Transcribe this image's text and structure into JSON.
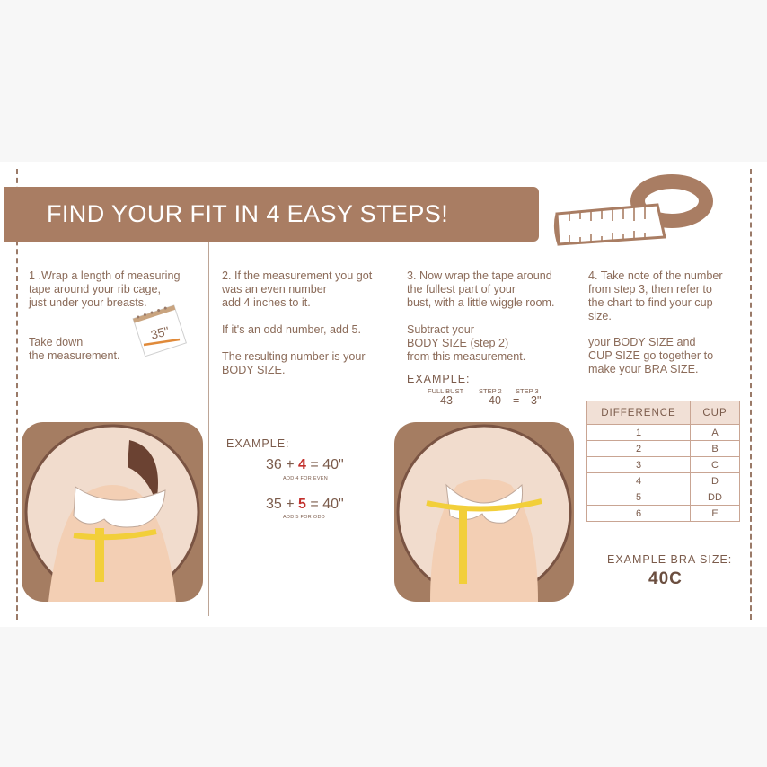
{
  "banner": {
    "title": "FIND YOUR FIT IN 4 EASY STEPS!"
  },
  "steps": [
    {
      "main": "1 .Wrap a length of measuring\ntape around your rib cage,\njust under your breasts.",
      "extra": "Take down\nthe measurement.",
      "note_value": "35\""
    },
    {
      "main": "2. If the measurement you got\nwas an even number\nadd 4 inches to it.",
      "extra": "If it's an odd number, add 5.",
      "extra2": "The resulting number is your\nBODY SIZE.",
      "example_label": "EXAMPLE:",
      "eq1": {
        "a": "36 +",
        "b": "4",
        "c": "= 40\"",
        "note": "ADD 4 FOR EVEN"
      },
      "eq2": {
        "a": "35 +",
        "b": "5",
        "c": "= 40\"",
        "note": "ADD 5 FOR ODD"
      }
    },
    {
      "main": "3. Now wrap the tape around\nthe fullest part of your\nbust, with a little wiggle room.",
      "extra": "Subtract your\nBODY SIZE (step 2)\nfrom this measurement.",
      "example_label": "EXAMPLE:",
      "mini_heads": [
        "FULL BUST",
        "STEP 2",
        "STEP 3"
      ],
      "mini_vals": [
        "43",
        "-",
        "40",
        "=",
        "3\""
      ]
    },
    {
      "main": "4. Take note of the number\n from step 3, then refer to\nthe chart to find your cup\nsize.",
      "extra": "your BODY SIZE and\nCUP SIZE go together to\nmake your BRA SIZE.",
      "table": {
        "headers": [
          "DIFFERENCE",
          "CUP"
        ],
        "rows": [
          [
            "1",
            "A"
          ],
          [
            "2",
            "B"
          ],
          [
            "3",
            "C"
          ],
          [
            "4",
            "D"
          ],
          [
            "5",
            "DD"
          ],
          [
            "6",
            "E"
          ]
        ]
      },
      "example_label": "EXAMPLE BRA SIZE:",
      "example_value": "40C"
    }
  ],
  "colors": {
    "banner": "#a97d63",
    "text": "#8b6b59",
    "accent_red": "#c2302c",
    "table_header": "#f1e0d6"
  }
}
